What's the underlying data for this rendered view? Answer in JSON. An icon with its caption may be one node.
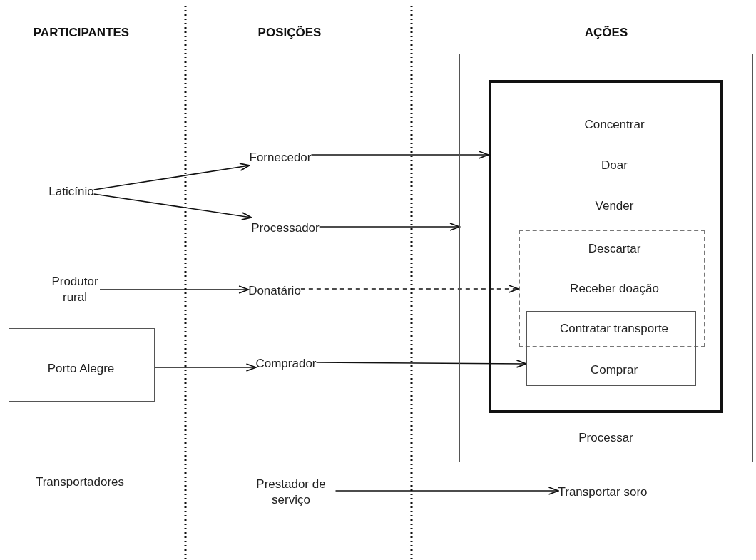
{
  "diagram": {
    "nodes": [
      {
        "text": [
          "Laticínio"
        ]
      },
      {
        "text": [
          "Fornecedor"
        ]
      },
      {
        "text": [
          "Processador"
        ]
      },
      {
        "text": [
          "Produtor rural"
        ]
      },
      {
        "text": [
          "Donatário"
        ]
      },
      {
        "text": [
          "Porto Alegre"
        ]
      },
      {
        "text": [
          "Comprador"
        ]
      },
      {
        "text": [
          "Transportadores"
        ]
      },
      {
        "text": [
          "Prestador de serviço"
        ]
      },
      {
        "text": [
          "Processar"
        ]
      },
      {
        "text": [
          "Concentrar",
          "Doar",
          "Vender"
        ],
        "in": 9
      },
      {
        "text": [
          "Descartar",
          "Receber doação"
        ],
        "in": 10
      },
      {
        "text": [
          "Contratar transporte",
          "Comprar"
        ],
        "in": 10
      },
      {
        "text": [
          "Transportar soro"
        ]
      }
    ],
    "edges": [
      {
        "from": 0,
        "to": 1,
        "arrow": "to"
      },
      {
        "from": 0,
        "to": 2,
        "arrow": "to"
      },
      {
        "from": 1,
        "to": 10,
        "arrow": "to"
      },
      {
        "from": 2,
        "to": 9,
        "arrow": "to"
      },
      {
        "from": 3,
        "to": 4,
        "arrow": "to"
      },
      {
        "from": 4,
        "to": 11,
        "arrow": "to",
        "style": "dashed"
      },
      {
        "from": 5,
        "to": 6,
        "arrow": "to"
      },
      {
        "from": 6,
        "to": 12,
        "arrow": "to"
      },
      {
        "from": 8,
        "to": 13,
        "arrow": "to"
      }
    ],
    "labels": [
      "PARTICIPANTES",
      "POSIÇÕES",
      "AÇÕES"
    ]
  }
}
